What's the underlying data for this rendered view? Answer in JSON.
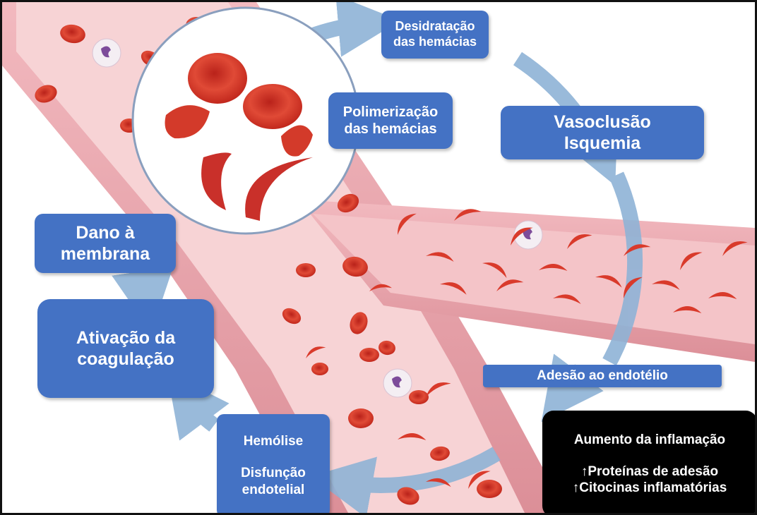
{
  "colors": {
    "box_fill": "#4472c4",
    "box_text": "#ffffff",
    "dark_box_fill": "#000000",
    "cycle_arrow": "#8fb3d6",
    "vessel_wall": "#e8a3aa",
    "vessel_lumen": "#f6c9cc",
    "red_cell": "#d93a2b"
  },
  "labels": {
    "dehydration": {
      "line1": "Desidratação",
      "line2": "das hemácias"
    },
    "polymerization": {
      "line1": "Polimerização",
      "line2": "das hemácias"
    },
    "vasoocclusion": {
      "line1": "Vasoclusão",
      "line2": "Isquemia"
    },
    "membrane_damage": {
      "line1": "Dano à",
      "line2": "membrana"
    },
    "coagulation": {
      "line1": "Ativação da",
      "line2": "coagulação"
    },
    "adhesion": {
      "text": "Adesão ao endotélio"
    },
    "hemolysis": {
      "line1": "Hemólise",
      "line2": "Disfunção",
      "line3": "endotelial"
    },
    "inflammation": {
      "title": "Aumento da inflamação",
      "item1": "↑Proteínas de adesão",
      "item2": "↑Citocinas inflamatórias"
    }
  }
}
